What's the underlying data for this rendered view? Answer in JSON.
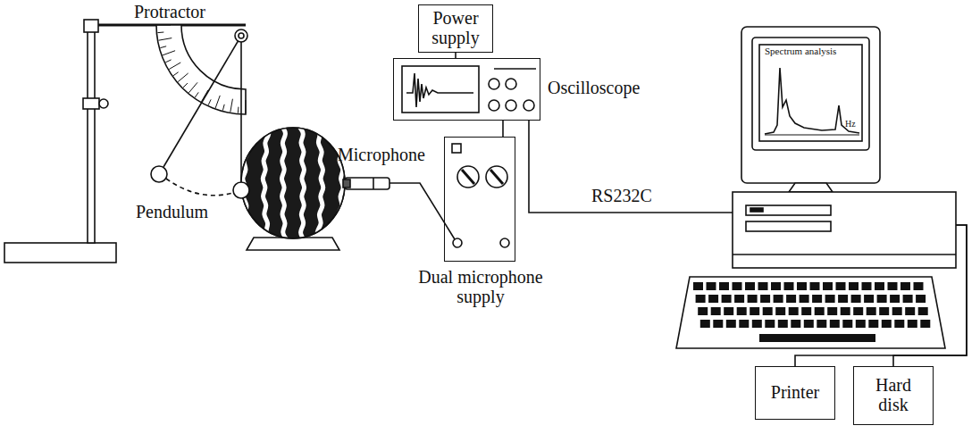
{
  "diagram": {
    "nodes": [
      {
        "text": [
          "Power supply"
        ]
      },
      {
        "text": [
          "Oscilloscope"
        ]
      },
      {
        "text": [
          "Dual microphone supply"
        ]
      },
      {
        "text": [
          "Spectrum analysis",
          "Hz"
        ]
      },
      {
        "text": [
          "Printer"
        ]
      },
      {
        "text": [
          "Hard disk"
        ]
      }
    ],
    "edges": [
      {
        "from": 0,
        "to": 1,
        "arrow": "none"
      },
      {
        "from": 2,
        "to": 1,
        "arrow": "none"
      },
      {
        "from": 1,
        "to": 3,
        "label": "RS232C",
        "arrow": "none"
      },
      {
        "from": 3,
        "to": 4,
        "arrow": "none"
      },
      {
        "from": 3,
        "to": 5,
        "arrow": "none"
      }
    ],
    "labels": [
      "Protractor",
      "Pendulum",
      "Microphone"
    ]
  }
}
